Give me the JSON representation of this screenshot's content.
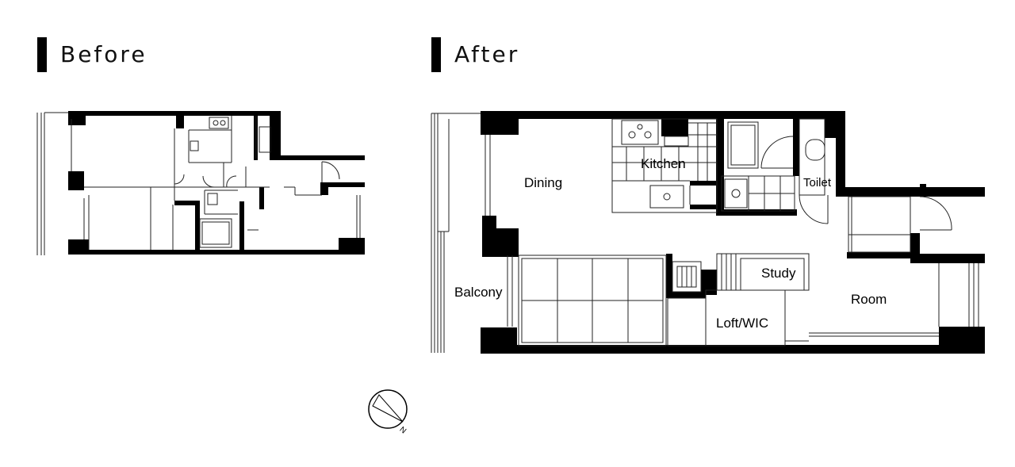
{
  "before": {
    "title": "Before"
  },
  "after": {
    "title": "After",
    "rooms": {
      "dining": "Dining",
      "kitchen": "Kitchen",
      "toilet": "Toilet",
      "balcony": "Balcony",
      "study": "Study",
      "room": "Room",
      "loft": "Loft/WIC"
    }
  },
  "compass": {
    "north_label": "N"
  },
  "colors": {
    "wall": "#000000",
    "line": "#222222",
    "background": "#ffffff"
  }
}
